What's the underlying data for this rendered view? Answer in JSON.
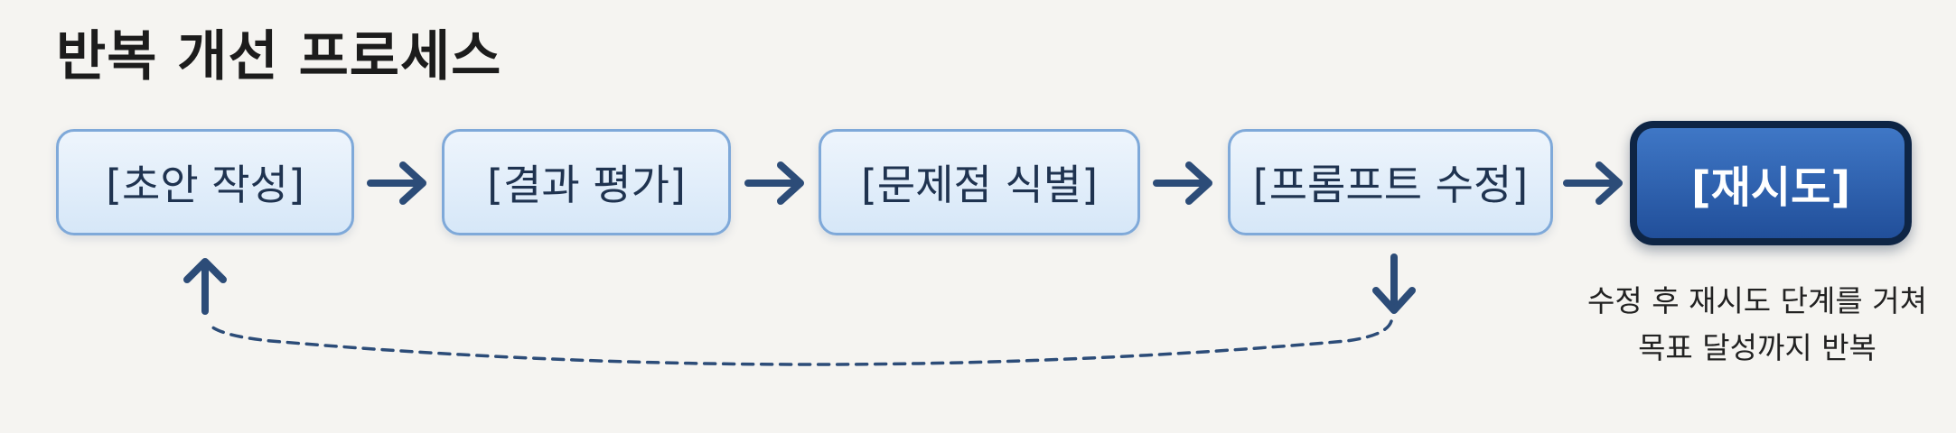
{
  "title": "반복 개선 프로세스",
  "steps": [
    {
      "label": "[초안 작성]"
    },
    {
      "label": "[결과 평가]"
    },
    {
      "label": "[문제점 식별]"
    },
    {
      "label": "[프롬프트 수정]"
    },
    {
      "label": "[재시도]"
    }
  ],
  "note": {
    "line1": "수정 후 재시도 단계를 거쳐",
    "line2": "목표 달성까지 반복"
  },
  "colors": {
    "arrow": "#2c4c78",
    "step_border": "#7fa9d9",
    "final_fill": "#2e5fae",
    "final_border": "#0e2545"
  }
}
